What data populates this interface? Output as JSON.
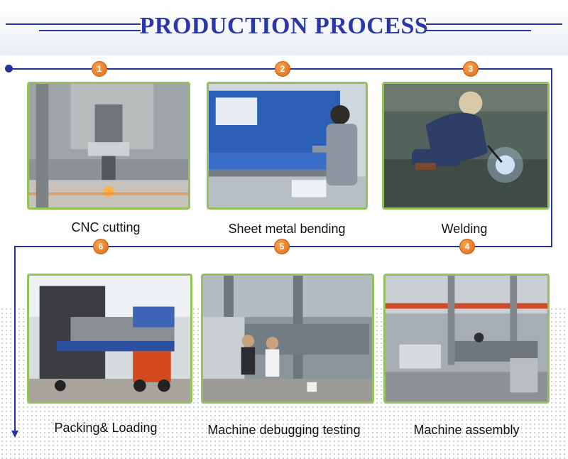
{
  "header": {
    "title": "PRODUCTION PROCESS"
  },
  "colors": {
    "title": "#2a37a8",
    "flow_line": "#23339e",
    "badge": "#e8771c",
    "photo_border": "#93c25a"
  },
  "steps": [
    {
      "number": "1",
      "label": "CNC cutting"
    },
    {
      "number": "2",
      "label": "Sheet metal bending"
    },
    {
      "number": "3",
      "label": "Welding"
    },
    {
      "number": "4",
      "label": "Machine assembly"
    },
    {
      "number": "5",
      "label": "Machine debugging testing"
    },
    {
      "number": "6",
      "label": "Packing& Loading"
    }
  ]
}
